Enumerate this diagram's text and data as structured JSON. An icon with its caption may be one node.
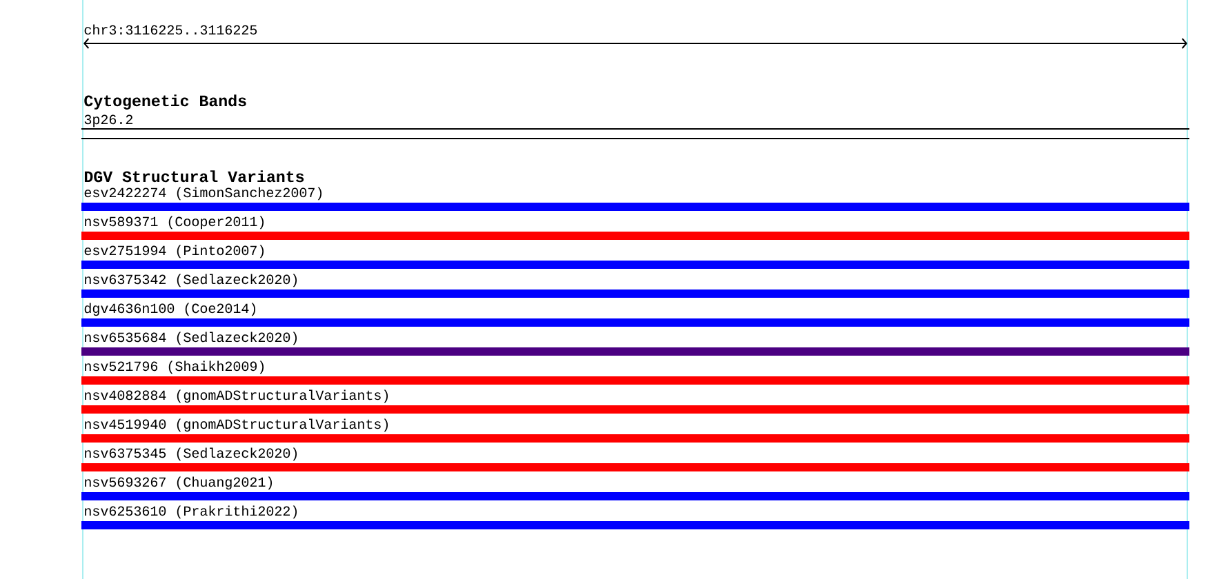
{
  "diagram": {
    "nodes": [
      {
        "text": [
          "3p26.2"
        ]
      },
      {
        "text": [
          "esv2422274 (SimonSanchez2007)"
        ]
      },
      {
        "text": [
          "nsv589371 (Cooper2011)"
        ]
      },
      {
        "text": [
          "esv2751994 (Pinto2007)"
        ]
      },
      {
        "text": [
          "nsv6375342 (Sedlazeck2020)"
        ]
      },
      {
        "text": [
          "dgv4636n100 (Coe2014)"
        ]
      },
      {
        "text": [
          "nsv6535684 (Sedlazeck2020)"
        ]
      },
      {
        "text": [
          "nsv521796 (Shaikh2009)"
        ]
      },
      {
        "text": [
          "nsv4082884 (gnomADStructuralVariants)"
        ]
      },
      {
        "text": [
          "nsv4519940 (gnomADStructuralVariants)"
        ]
      },
      {
        "text": [
          "nsv6375345 (Sedlazeck2020)"
        ]
      },
      {
        "text": [
          "nsv5693267 (Chuang2021)"
        ]
      },
      {
        "text": [
          "nsv6253610 (Prakrithi2022)"
        ]
      }
    ],
    "labels": [
      "chr3:3116225..3116225",
      "Cytogenetic Bands",
      "DGV Structural Variants"
    ]
  }
}
